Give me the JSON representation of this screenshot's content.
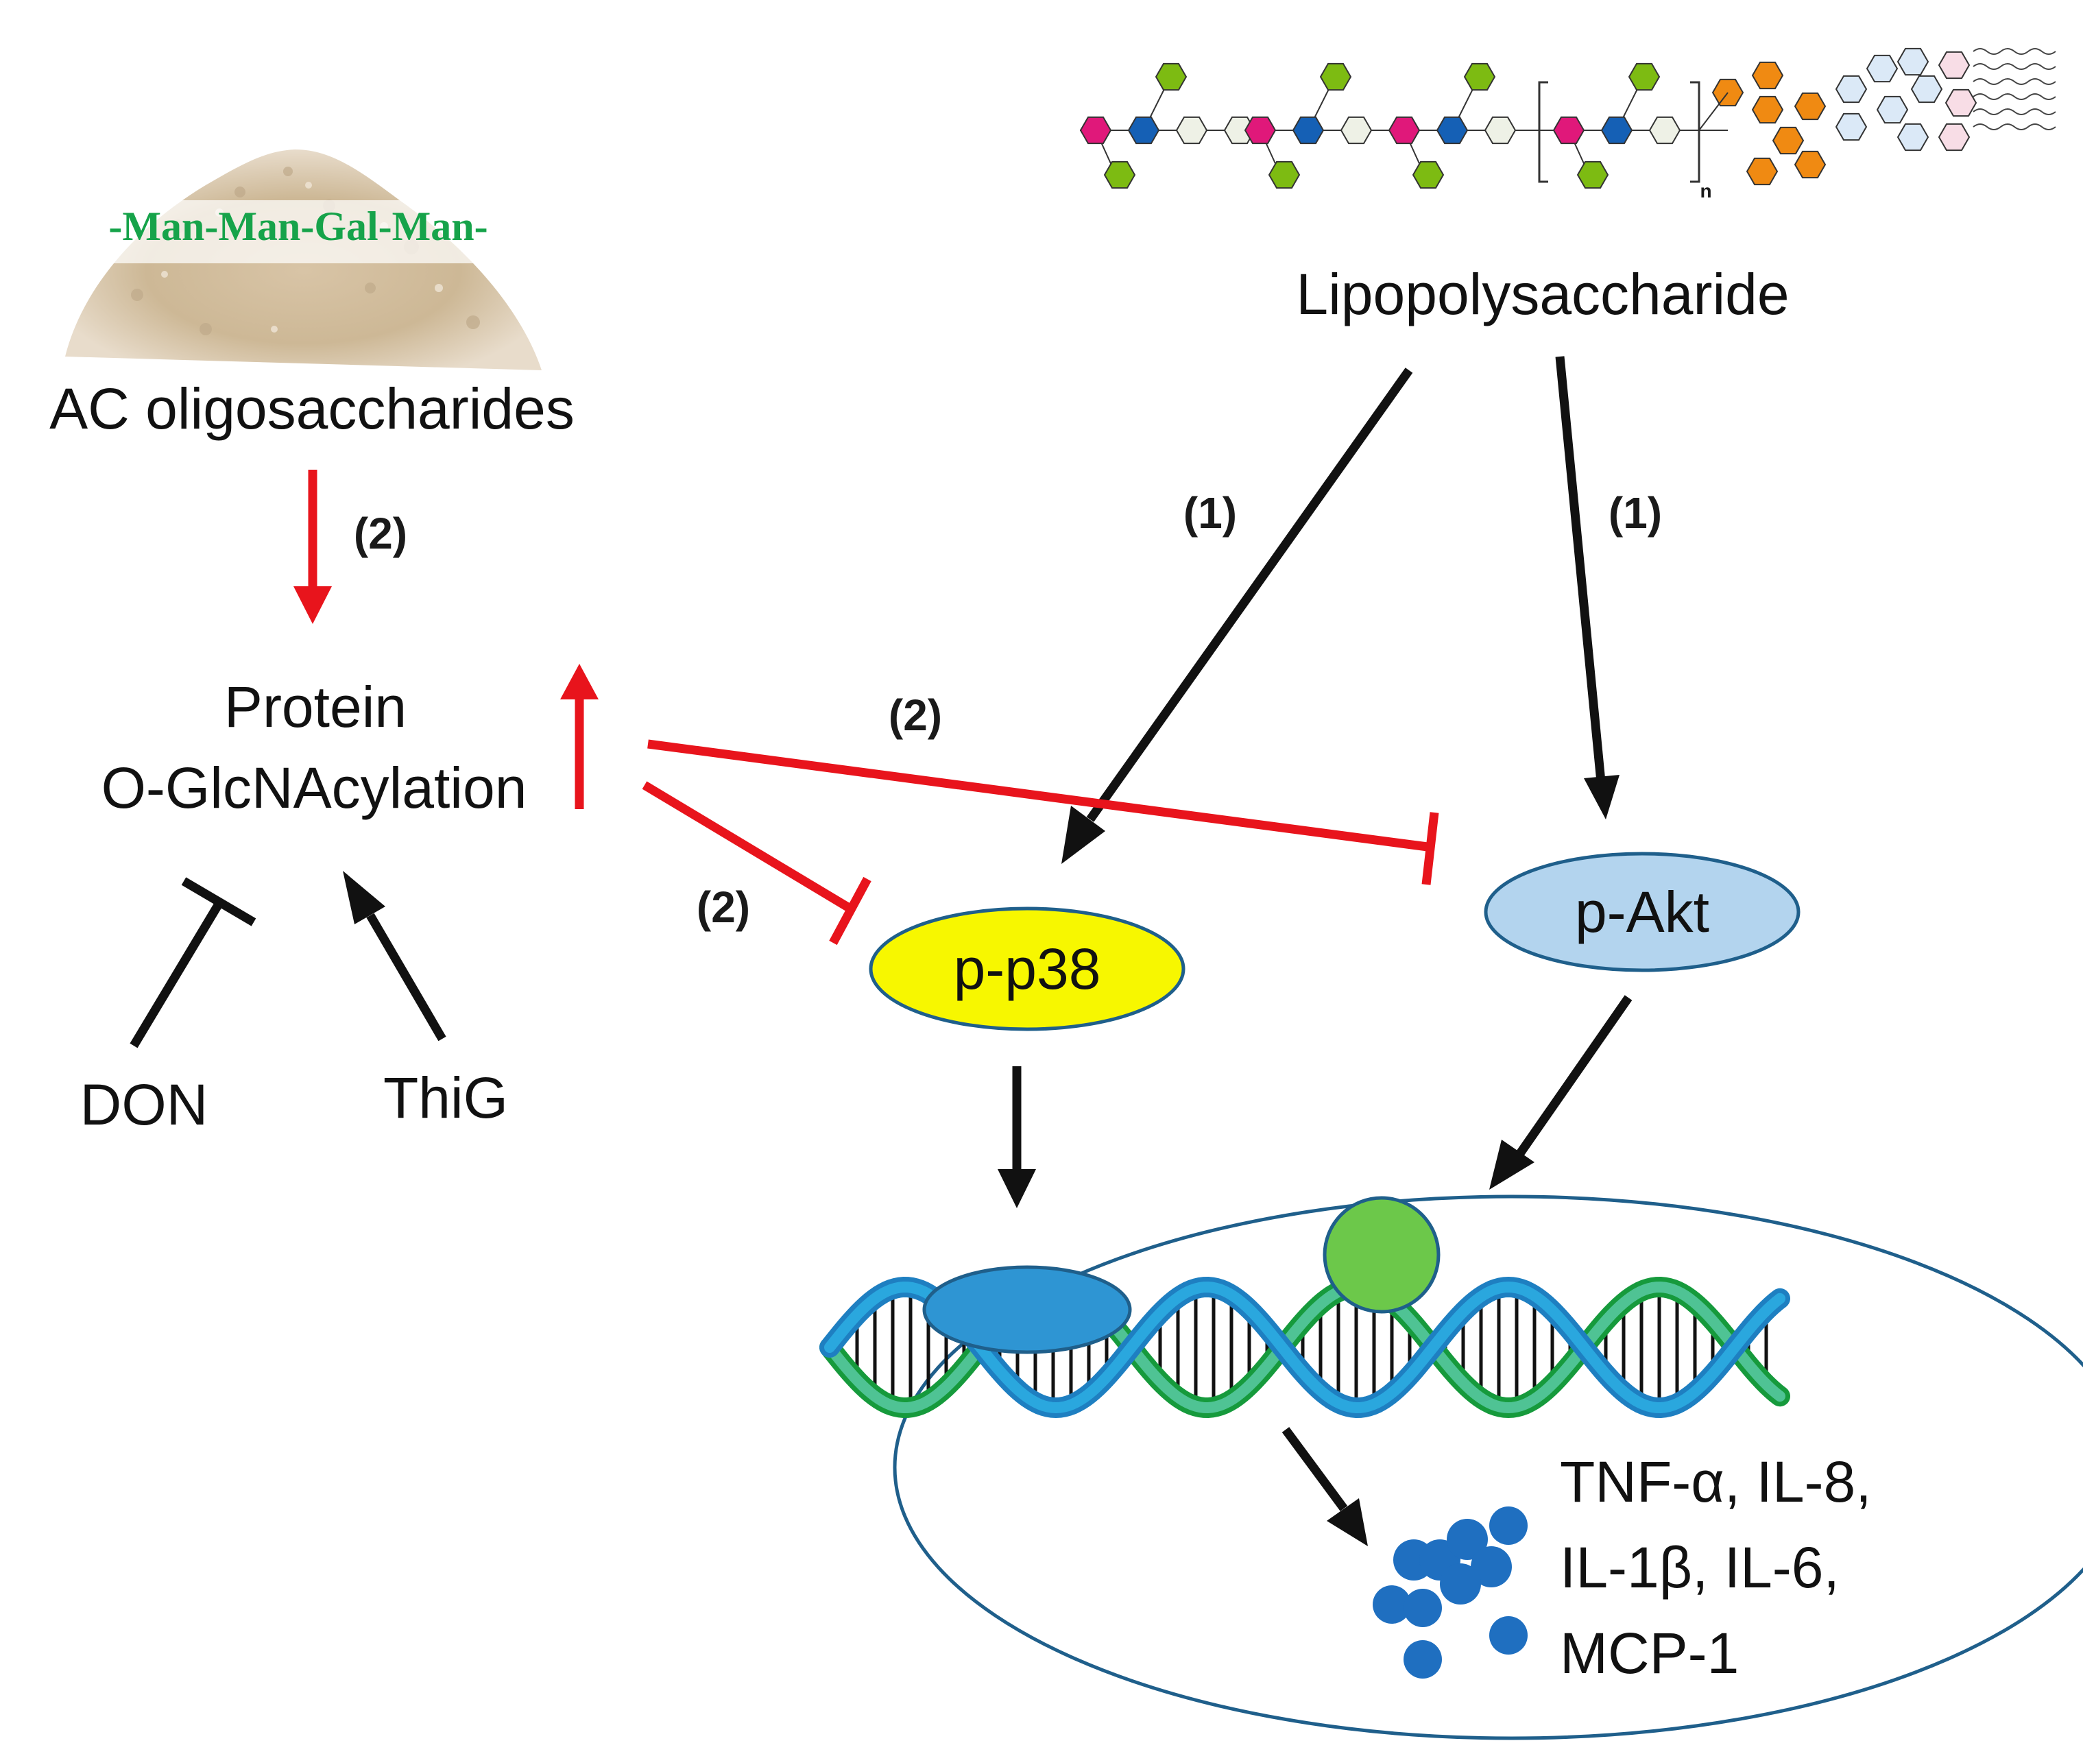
{
  "left": {
    "powder_sequence": "-Man-Man-Gal-Man-",
    "oligo_label": "AC oligosaccharides",
    "step_oligo": "(2)",
    "protein_line1": "Protein",
    "protein_line2": "O-GlcNAcylation",
    "don": "DON",
    "thig": "ThiG"
  },
  "right": {
    "lps_label": "Lipopolysaccharide",
    "lps_repeat_subscript": "n",
    "step_lps_p38": "(1)",
    "step_lps_akt": "(1)",
    "step_inhibit_akt": "(2)",
    "step_inhibit_p38": "(2)",
    "p38": "p-p38",
    "akt": "p-Akt"
  },
  "nucleus": {
    "cytokines_line1": "TNF-α, IL-8,",
    "cytokines_line2": "IL-1β, IL-6,",
    "cytokines_line3": "MCP-1"
  },
  "colors": {
    "activation": "#111111",
    "oglcnac_effect": "#e8141c",
    "p38_fill": "#f7f700",
    "akt_fill": "#b3d4ee",
    "nucleus_stroke": "#1f5f8b",
    "sugar_magenta": "#e0187a",
    "sugar_blue": "#1560b5",
    "sugar_green": "#7dbb12",
    "sugar_orange": "#f08a12",
    "sugar_white": "#eef1e6",
    "cytokine_blue": "#1f6fc0",
    "tf_blue": "#2e95d3",
    "tf_green": "#6cc84a"
  }
}
